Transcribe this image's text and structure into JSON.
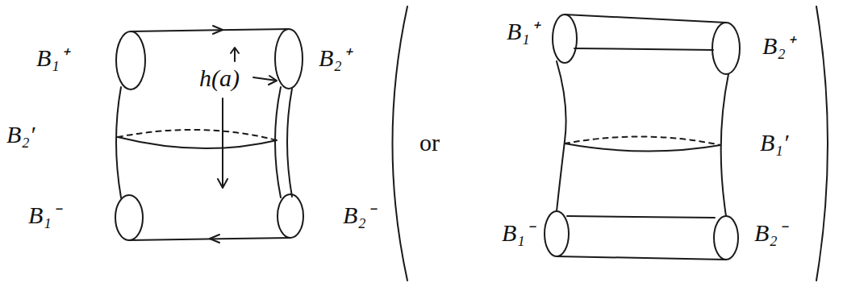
{
  "diagram": {
    "labels": [
      "B₁⁺",
      "B₂′",
      "B₁⁻",
      "B₂⁺",
      "B₂⁻",
      "h(a)",
      "or",
      "B₁⁺",
      "B₂⁺",
      "B₁′",
      "B₁⁻",
      "B₂⁻"
    ]
  }
}
